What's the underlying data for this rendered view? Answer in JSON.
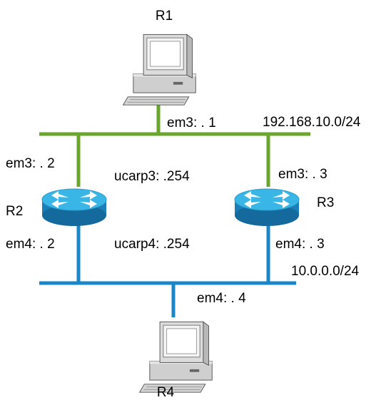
{
  "colors": {
    "green_network": "#6aa52e",
    "blue_network": "#1a86c8",
    "router_body": "#1b7fb7",
    "router_top": "#39b6e6",
    "background": "#ffffff"
  },
  "hosts": {
    "r1": {
      "name": "R1",
      "icon": "computer-icon"
    },
    "r4": {
      "name": "R4",
      "icon": "computer-icon"
    }
  },
  "routers": {
    "r2": {
      "name": "R2",
      "icon": "router-icon"
    },
    "r3": {
      "name": "R3",
      "icon": "router-icon"
    }
  },
  "networks": {
    "green": {
      "subnet": "192.168.10.0/24"
    },
    "blue": {
      "subnet": "10.0.0.0/24"
    }
  },
  "interfaces": {
    "r1_em3": "em3: . 1",
    "r2_em3": "em3: . 2",
    "r2_em4": "em4: . 2",
    "r3_em3": "em3: . 3",
    "r3_em4": "em4: . 3",
    "r4_em4": "em4: . 4"
  },
  "carp": {
    "ucarp3": "ucarp3: .254",
    "ucarp4": "ucarp4: .254"
  }
}
